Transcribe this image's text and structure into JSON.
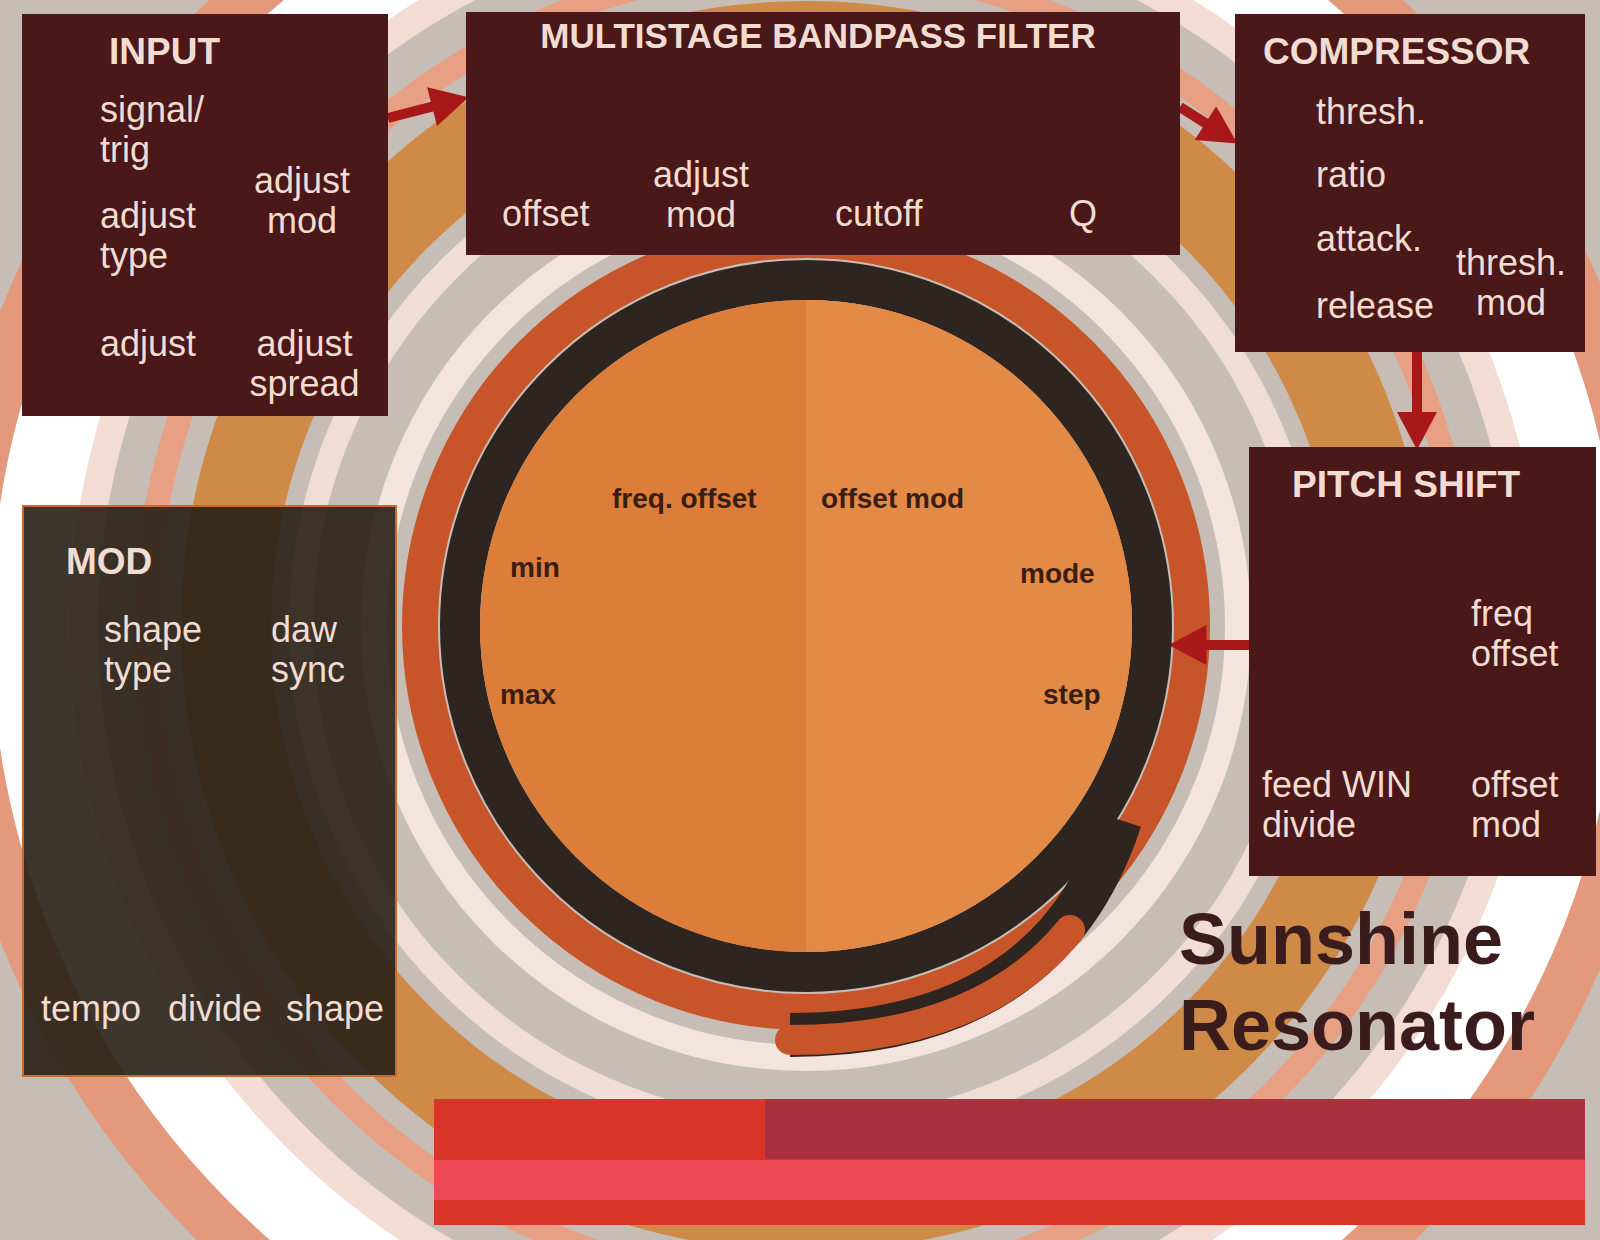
{
  "diagram": {
    "title": "Sunshine Resonator",
    "nodes": [
      {
        "text": [
          "INPUT",
          "signal/ trig",
          "adjust type",
          "adjust mod",
          "adjust",
          "adjust spread"
        ]
      },
      {
        "text": [
          "MULTISTAGE BANDPASS FILTER",
          "offset",
          "adjust mod",
          "cutoff",
          "Q"
        ]
      },
      {
        "text": [
          "COMPRESSOR",
          "thresh.",
          "ratio",
          "attack.",
          "release",
          "thresh. mod"
        ]
      },
      {
        "text": [
          "MOD",
          "shape type",
          "daw sync",
          "tempo",
          "divide",
          "shape"
        ]
      },
      {
        "text": [
          "freq. offset",
          "offset mod",
          "min",
          "mode",
          "max",
          "step"
        ]
      },
      {
        "text": [
          "PITCH SHIFT",
          "freq offset",
          "feed WIN divide",
          "offset mod"
        ]
      }
    ],
    "edges": [
      {
        "from": 0,
        "to": 1,
        "arrow": "to"
      },
      {
        "from": 1,
        "to": 2,
        "arrow": "to"
      },
      {
        "from": 2,
        "to": 5,
        "arrow": "to"
      },
      {
        "from": 5,
        "to": 4,
        "arrow": "to"
      }
    ]
  }
}
